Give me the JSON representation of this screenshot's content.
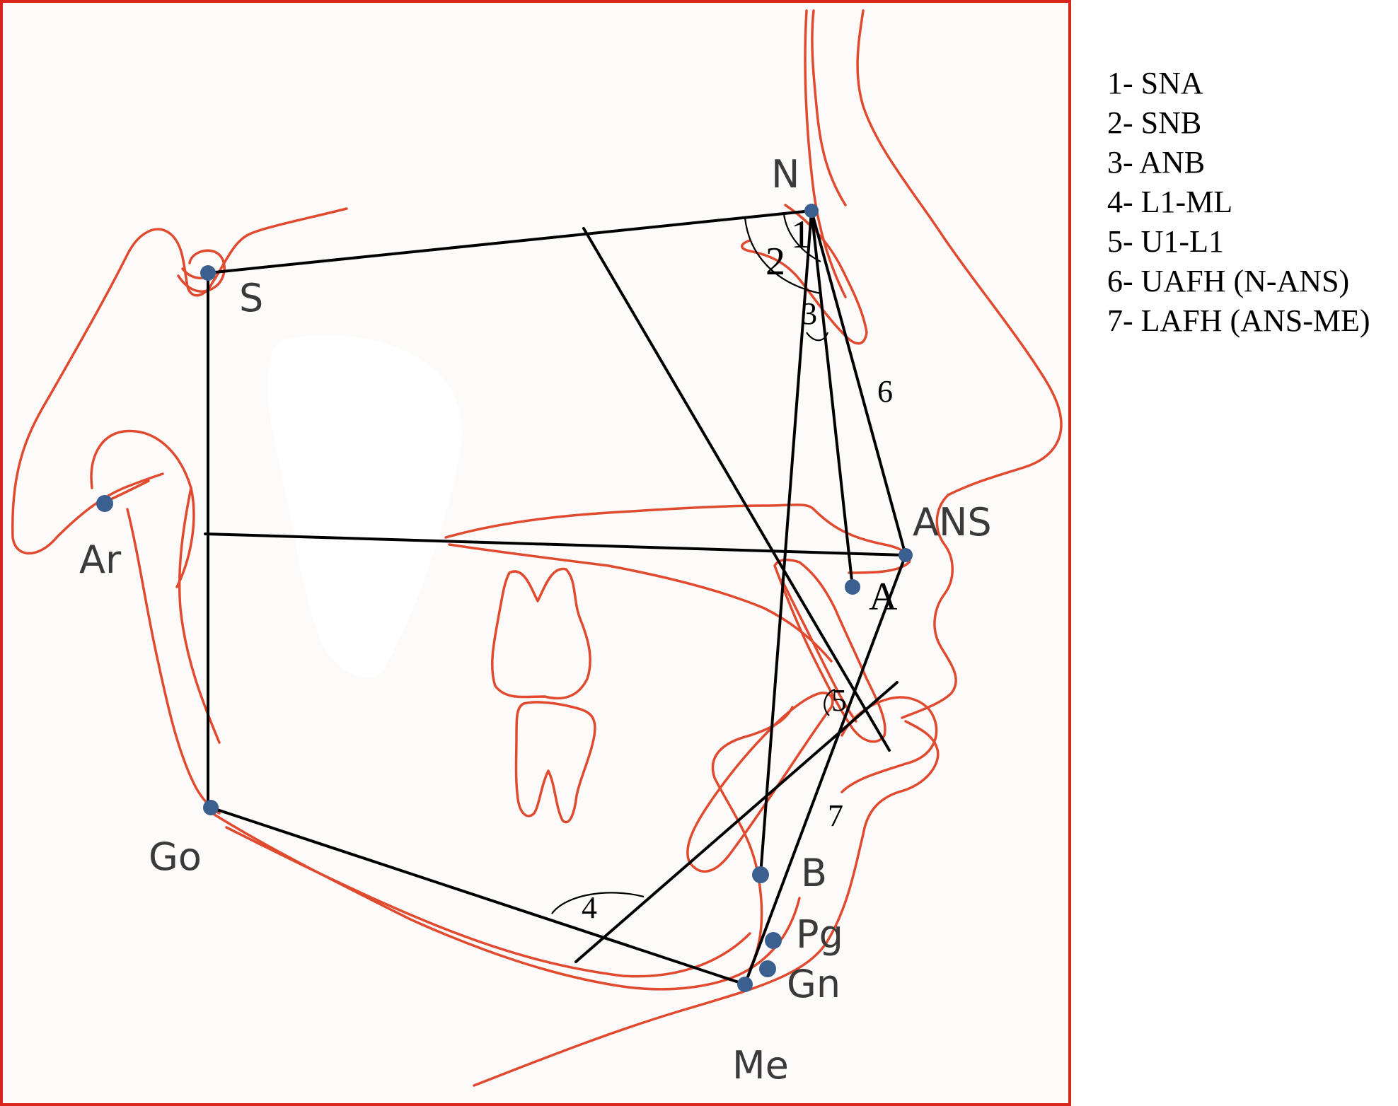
{
  "landmarks": {
    "N": "N",
    "S": "S",
    "Ar": "Ar",
    "ANS": "ANS",
    "A": "A",
    "Go": "Go",
    "B": "B",
    "Pg": "Pg",
    "Gn": "Gn",
    "Me": "Me"
  },
  "angle_numbers": {
    "n1": "1",
    "n2": "2",
    "n3": "3",
    "n4": "4",
    "n5": "5",
    "n6": "6",
    "n7": "7"
  },
  "legend": [
    "1- SNA",
    "2- SNB",
    "3- ANB",
    "4- L1-ML",
    "5- U1-L1",
    "6- UAFH (N-ANS)",
    "7- LAFH (ANS-ME)"
  ],
  "colors": {
    "anatomy_line": "#e04a2f",
    "frame_border": "#d9261c",
    "landmark_dot": "#3b5f8f",
    "ceph_line": "#000000"
  }
}
